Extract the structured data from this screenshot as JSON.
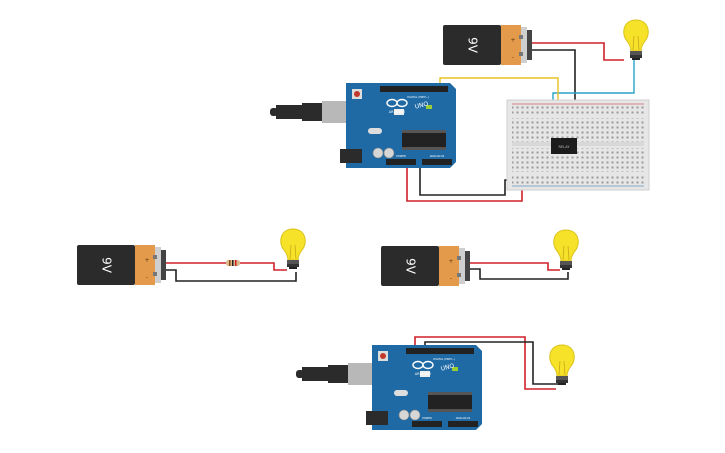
{
  "battery_label": "9V",
  "arduino": {
    "brand": "ARDUINO",
    "model": "UNO",
    "header_top": "DIGITAL (PWM~)",
    "header_power": "POWER",
    "header_analog": "ANALOG IN",
    "tx": "TX",
    "rx": "RX",
    "led_l": "L"
  },
  "relay_label": "RELAY",
  "colors": {
    "battery_black": "#2b2b2b",
    "battery_orange": "#e49a4b",
    "arduino_blue": "#1f6aa5",
    "bulb_yellow": "#f7e22a",
    "wire_red": "#d0202a",
    "wire_black": "#222222",
    "wire_yellow": "#e7c220",
    "wire_teal": "#29a4c8",
    "breadboard": "#e6e6e6"
  }
}
